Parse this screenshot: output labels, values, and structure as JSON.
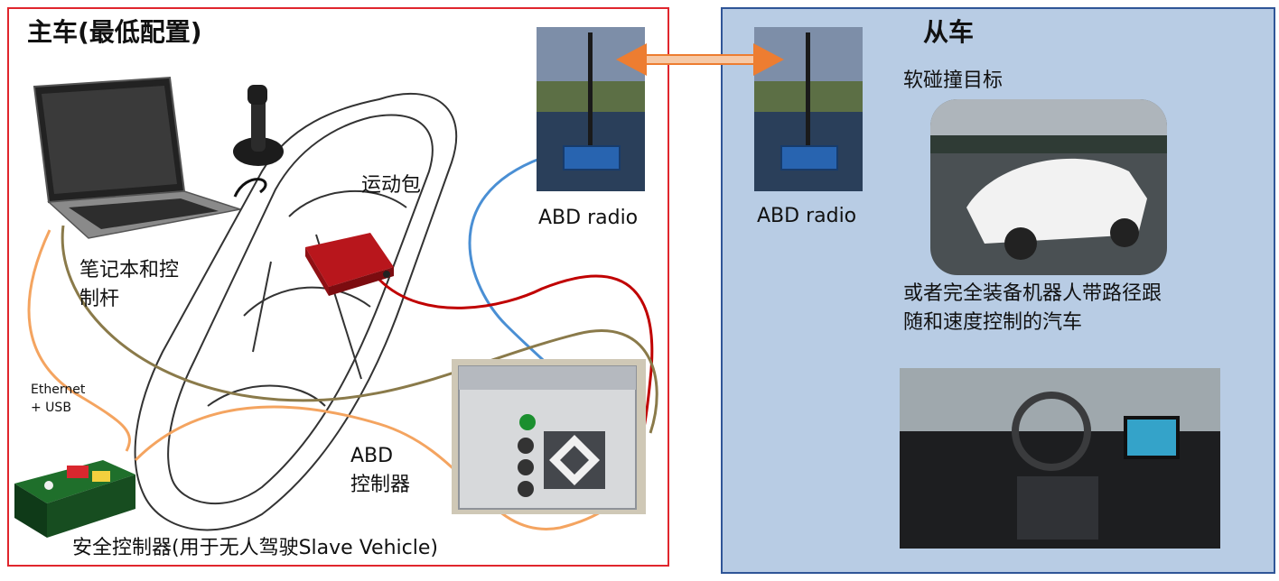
{
  "master": {
    "title": "主车(最低配置)",
    "laptop_label": "笔记本和控\n制杆",
    "motion_pack_label": "运动包",
    "radio_label": "ABD radio",
    "controller_label": "ABD\n控制器",
    "ethernet_label": "Ethernet\n+ USB",
    "safety_label": "安全控制器(用于无人驾驶Slave Vehicle)"
  },
  "slave": {
    "title": "从车",
    "radio_label": "ABD radio",
    "soft_target_label": "软碰撞目标",
    "robot_car_label": "或者完全装备机器人带路径跟\n随和速度控制的汽车"
  },
  "colors": {
    "master_border": "#e0262d",
    "slave_border": "#2f5597",
    "slave_bg": "#b8cce4",
    "arrow": "#ed7d31",
    "cable_blue": "#4a8fd4",
    "cable_red": "#c00000",
    "cable_olive": "#8a7a4a",
    "cable_orange": "#f4a460"
  }
}
